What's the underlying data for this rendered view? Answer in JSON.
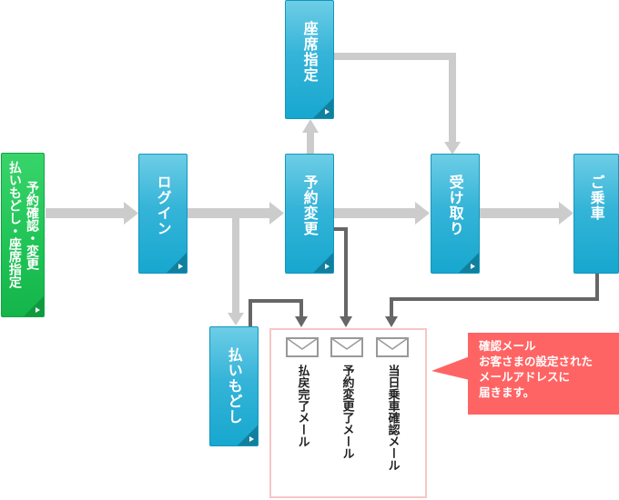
{
  "colors": {
    "box_blue": "#2cb0d6",
    "box_green": "#22c55a",
    "flow_arrow": "#cccccc",
    "mail_arrow": "#666666",
    "panel_border": "#f7c6c6",
    "callout": "#ff6464",
    "envelope": "#999999"
  },
  "nodes": {
    "start": {
      "label": "払いもどし・座席指定",
      "label_right": "予約確認・変更",
      "label_left": "払いもどし・座席指定"
    },
    "login": {
      "label": "ログイン"
    },
    "change": {
      "label": "予約変更"
    },
    "seat": {
      "label": "座席指定"
    },
    "receive": {
      "label": "受け取り"
    },
    "board": {
      "label": "ご乗車"
    },
    "refund": {
      "label": "払いもどし"
    }
  },
  "mails": [
    {
      "label": "払戻完了メール",
      "icon": "envelope-icon"
    },
    {
      "label": "予約変更了メール",
      "icon": "envelope-icon"
    },
    {
      "label": "当日乗車確認メール",
      "icon": "envelope-icon"
    }
  ],
  "callout": {
    "lines": [
      "確認メール",
      "お客さまの設定された",
      "メールアドレスに",
      "届きます。"
    ]
  }
}
